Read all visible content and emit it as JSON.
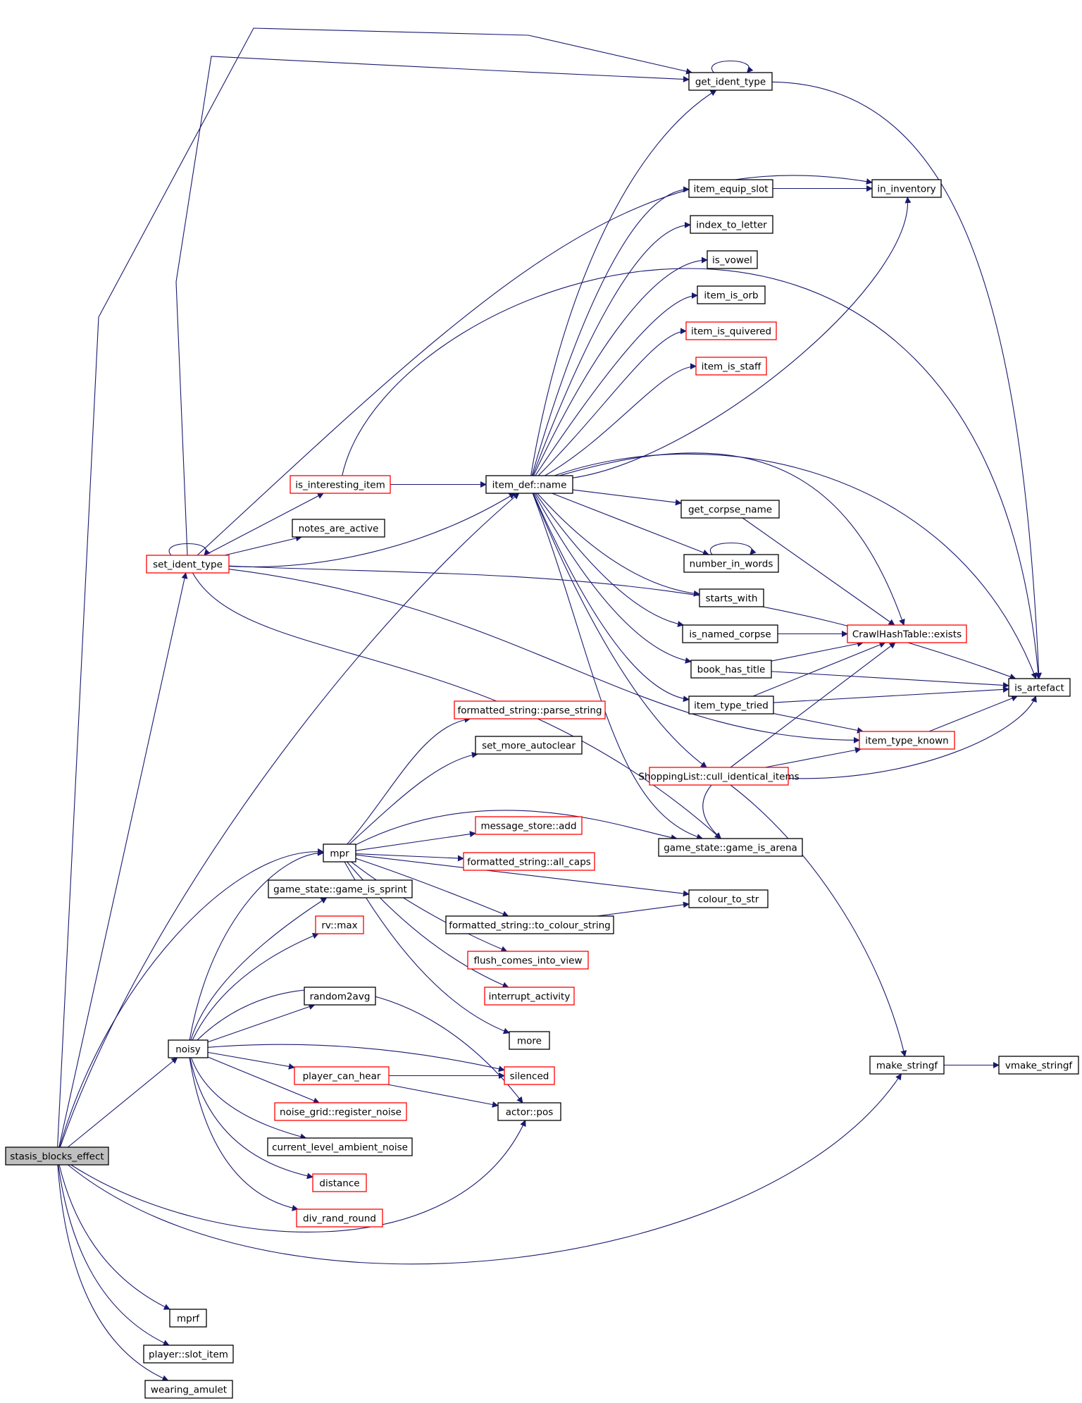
{
  "colors": {
    "edge": "#191970",
    "border_normal": "#000000",
    "border_truncated": "#ff0000",
    "fill_root": "#bfbfbf",
    "fill_normal": "#ffffff"
  },
  "nodes": [
    {
      "id": "stasis_blocks_effect",
      "label": "stasis_blocks_effect",
      "style": "root"
    },
    {
      "id": "get_ident_type",
      "label": "get_ident_type",
      "style": "normal"
    },
    {
      "id": "item_equip_slot",
      "label": "item_equip_slot",
      "style": "normal"
    },
    {
      "id": "in_inventory",
      "label": "in_inventory",
      "style": "normal"
    },
    {
      "id": "index_to_letter",
      "label": "index_to_letter",
      "style": "normal"
    },
    {
      "id": "is_vowel",
      "label": "is_vowel",
      "style": "normal"
    },
    {
      "id": "item_is_orb",
      "label": "item_is_orb",
      "style": "normal"
    },
    {
      "id": "item_is_quivered",
      "label": "item_is_quivered",
      "style": "truncated"
    },
    {
      "id": "item_is_staff",
      "label": "item_is_staff",
      "style": "truncated"
    },
    {
      "id": "is_interesting_item",
      "label": "is_interesting_item",
      "style": "truncated"
    },
    {
      "id": "item_def_name",
      "label": "item_def::name",
      "style": "normal"
    },
    {
      "id": "notes_are_active",
      "label": "notes_are_active",
      "style": "normal"
    },
    {
      "id": "set_ident_type",
      "label": "set_ident_type",
      "style": "truncated"
    },
    {
      "id": "get_corpse_name",
      "label": "get_corpse_name",
      "style": "normal"
    },
    {
      "id": "number_in_words",
      "label": "number_in_words",
      "style": "normal"
    },
    {
      "id": "starts_with",
      "label": "starts_with",
      "style": "normal"
    },
    {
      "id": "is_named_corpse",
      "label": "is_named_corpse",
      "style": "normal"
    },
    {
      "id": "crawlhashtable_exists",
      "label": "CrawlHashTable::exists",
      "style": "truncated"
    },
    {
      "id": "book_has_title",
      "label": "book_has_title",
      "style": "normal"
    },
    {
      "id": "is_artefact",
      "label": "is_artefact",
      "style": "normal"
    },
    {
      "id": "item_type_tried",
      "label": "item_type_tried",
      "style": "normal"
    },
    {
      "id": "formatted_string_parse_string",
      "label": "formatted_string::parse_string",
      "style": "truncated"
    },
    {
      "id": "item_type_known",
      "label": "item_type_known",
      "style": "truncated"
    },
    {
      "id": "set_more_autoclear",
      "label": "set_more_autoclear",
      "style": "normal"
    },
    {
      "id": "shoppinglist_cull_identical_items",
      "label": "ShoppingList::cull_identical_items",
      "style": "truncated"
    },
    {
      "id": "message_store_add",
      "label": "message_store::add",
      "style": "truncated"
    },
    {
      "id": "game_state_game_is_arena",
      "label": "game_state::game_is_arena",
      "style": "normal"
    },
    {
      "id": "mpr",
      "label": "mpr",
      "style": "normal"
    },
    {
      "id": "formatted_string_all_caps",
      "label": "formatted_string::all_caps",
      "style": "truncated"
    },
    {
      "id": "game_state_game_is_sprint",
      "label": "game_state::game_is_sprint",
      "style": "normal"
    },
    {
      "id": "colour_to_str",
      "label": "colour_to_str",
      "style": "normal"
    },
    {
      "id": "formatted_string_to_colour_string",
      "label": "formatted_string::to_colour_string",
      "style": "normal"
    },
    {
      "id": "rv_max",
      "label": "rv::max",
      "style": "truncated"
    },
    {
      "id": "flush_comes_into_view",
      "label": "flush_comes_into_view",
      "style": "truncated"
    },
    {
      "id": "random2avg",
      "label": "random2avg",
      "style": "normal"
    },
    {
      "id": "interrupt_activity",
      "label": "interrupt_activity",
      "style": "truncated"
    },
    {
      "id": "more",
      "label": "more",
      "style": "normal"
    },
    {
      "id": "noisy",
      "label": "noisy",
      "style": "normal"
    },
    {
      "id": "player_can_hear",
      "label": "player_can_hear",
      "style": "truncated"
    },
    {
      "id": "silenced",
      "label": "silenced",
      "style": "truncated"
    },
    {
      "id": "make_stringf",
      "label": "make_stringf",
      "style": "normal"
    },
    {
      "id": "vmake_stringf",
      "label": "vmake_stringf",
      "style": "normal"
    },
    {
      "id": "noise_grid_register_noise",
      "label": "noise_grid::register_noise",
      "style": "truncated"
    },
    {
      "id": "actor_pos",
      "label": "actor::pos",
      "style": "normal"
    },
    {
      "id": "current_level_ambient_noise",
      "label": "current_level_ambient_noise",
      "style": "normal"
    },
    {
      "id": "distance",
      "label": "distance",
      "style": "truncated"
    },
    {
      "id": "div_rand_round",
      "label": "div_rand_round",
      "style": "truncated"
    },
    {
      "id": "mprf",
      "label": "mprf",
      "style": "normal"
    },
    {
      "id": "player_slot_item",
      "label": "player::slot_item",
      "style": "normal"
    },
    {
      "id": "wearing_amulet",
      "label": "wearing_amulet",
      "style": "normal"
    }
  ]
}
